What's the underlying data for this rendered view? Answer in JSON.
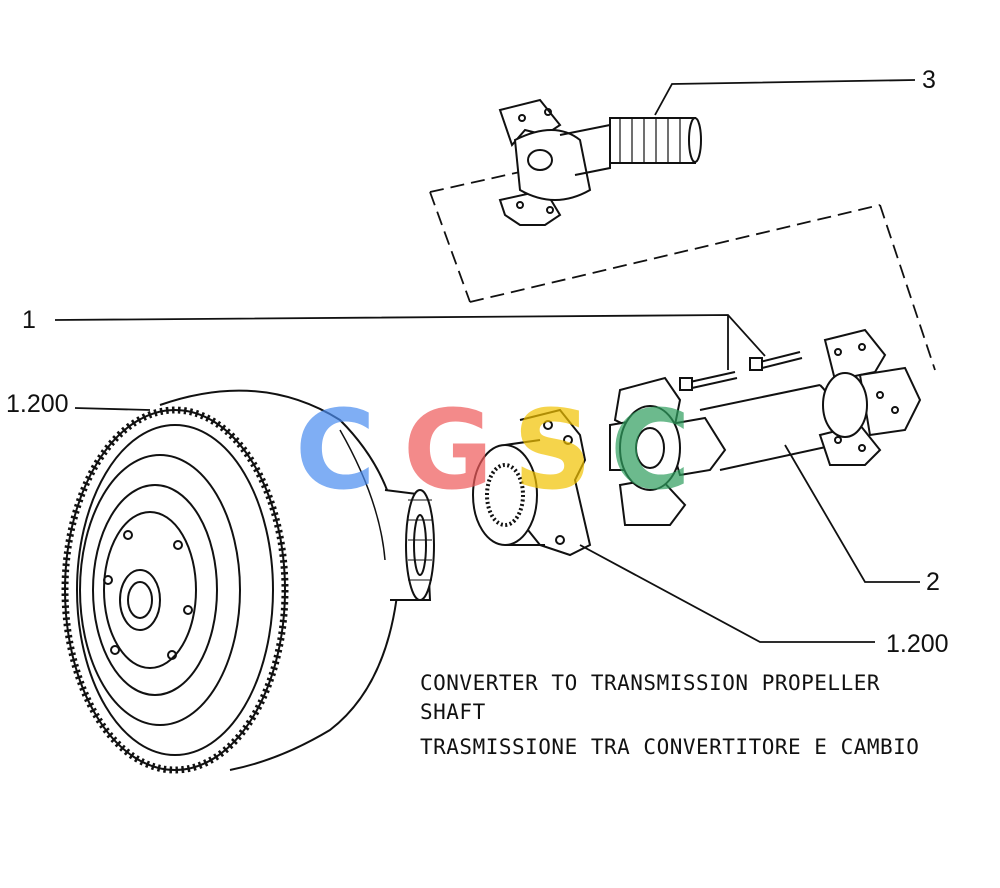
{
  "callouts": {
    "c1": "1",
    "c1200_left": "1.200",
    "c3": "3",
    "c2": "2",
    "c1200_right": "1.200"
  },
  "caption": {
    "line1": "CONVERTER TO TRANSMISSION PROPELLER",
    "line2": "SHAFT",
    "line3": "TRASMISSIONE TRA CONVERTITORE E CAMBIO"
  },
  "watermark": {
    "letters": [
      "C",
      "G",
      "S",
      "C"
    ],
    "colors": [
      "#4a8cf0",
      "#ee5a5a",
      "#f2c200",
      "#2e9e5e"
    ]
  }
}
